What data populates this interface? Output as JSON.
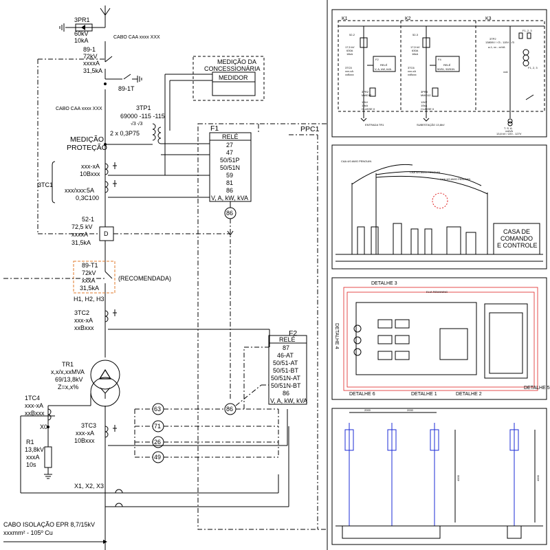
{
  "diagram": {
    "top": {
      "surge": {
        "tag": "3PR1",
        "v": "60kV",
        "i": "10kA"
      },
      "cable_top": "CABO CAA xxxx XXX",
      "cable_mid": "CABO CAA xxxx XXX",
      "sw891": {
        "tag": "89-1",
        "v": "72kV",
        "a": "xxxxA",
        "icc": "31,5kA"
      },
      "ground_891t": "89-1T",
      "metering": {
        "title1": "MEDIÇÃO DA",
        "title2": "CONCESSIONÁRIA",
        "meter": "MEDIDOR"
      },
      "tp": {
        "tag": "3TP1",
        "ratio": "69000   -115  -115",
        "root": "√3       √3",
        "acc": "2 x 0,3P75"
      },
      "med_prot1": "MEDIÇÃO",
      "med_prot2": "PROTEÇÃO",
      "tc1": {
        "tag": "3TC1",
        "a1": "xxx-xA",
        "b1": "10Bxxx",
        "a2": "xxx/xxx:5A",
        "b2": "0,3C100"
      },
      "ppc": "PPC1",
      "f1": {
        "tag": "F1",
        "title": "RELÉ",
        "rows": [
          "27",
          "47",
          "50/51P",
          "50/51N",
          "59",
          "81",
          "86",
          "V, A, kW, kVA"
        ],
        "lockout": "86"
      },
      "cb521": {
        "tag": "52-1",
        "v": "72,5 kV",
        "a": "xxxxA",
        "icc": "31,5kA",
        "sym": "D"
      },
      "sw89t1": {
        "tag": "89-T1",
        "v": "72kV",
        "a": "xxxA",
        "icc": "31,5kA",
        "note": "(RECOMENDADA)",
        "terminals": "H1, H2, H3"
      },
      "tc2": {
        "tag": "3TC2",
        "a": "xxx-xA",
        "b": "xxBxxx"
      },
      "tr1": {
        "tag": "TR1",
        "rating": "x,x/x,xxMVA",
        "ratio": "69/13,8kV",
        "z": "Z=x,x%"
      },
      "tc4": {
        "tag": "1TC4",
        "a": "xxx-xA",
        "b": "xxBxxx"
      },
      "x0": "X0",
      "r1": {
        "tag": "R1",
        "v": "13,8kV",
        "a": "xxxA",
        "t": "10s"
      },
      "tc3": {
        "tag": "3TC3",
        "a": "xxx-xA",
        "b": "10Bxxx"
      },
      "f2": {
        "tag": "F2",
        "title": "RELÉ",
        "rows": [
          "87",
          "46-AT",
          "50/51-AT",
          "50/51-BT",
          "50/51N-AT",
          "50/51N-BT",
          "86",
          "V, A, kW, kVA"
        ],
        "lockout": "86"
      },
      "trips": [
        "63",
        "71",
        "26",
        "49"
      ],
      "terminals_lv": "X1, X2, X3",
      "cable_bottom1": "CABO ISOLAÇÃO EPR 8,7/15kV",
      "cable_bottom2": "xxxmm² - 105º Cu"
    },
    "panel1": {
      "bays": [
        "K1",
        "K2",
        "K3"
      ],
      "k1": {
        "breaker": "52-2",
        "rating": [
          "17,5 kV",
          "630A",
          "16kA"
        ],
        "relay": "F2",
        "relay_text": [
          "RELÉ",
          "V, A, kW, kVA"
        ],
        "ct": [
          "3TC5",
          "xxx-xA",
          "xxBxxx"
        ],
        "pr": [
          "3PR2",
          "MWD12",
          "12kV",
          "10kA",
          "CLASSE II"
        ],
        "label": "ENTRADA TR1"
      },
      "k2": {
        "breaker": "52-3",
        "rating": [
          "17,5 kV",
          "630A",
          "16kA"
        ],
        "relay": "F4",
        "relay_text": [
          "RELÉ",
          "50/51, 50/51N"
        ],
        "ct": [
          "3TC6",
          "xxx-xA",
          "xxBxxx"
        ],
        "pr": [
          "3PR3",
          "MWD12",
          "12kV",
          "10kA",
          "CLASSE II"
        ],
        "label": "SUBESTAÇÃO 13,8kV"
      },
      "k3": {
        "fuse": "F1, 2, 3",
        "tp": "3TP2",
        "tp_ratio": "13800V / √3 - 115V / √3",
        "tp_acc": "a-1; xx - xxVA",
        "xxa": "xxA",
        "fuse2": "F1, 2, 3",
        "label1": "T. S. A.",
        "label2": "xxkVA",
        "label3": "13,8 kV / 220 - 127V"
      }
    },
    "panel2": {
      "house1": "CASA DE",
      "house2": "COMANDO",
      "house3": "E CONTROLE",
      "cable_labels": [
        "CAA 4/0 AWG PENGUIN",
        "CAA 4/0 AWG PENGUIN",
        "CAA 4/0 AWG PENGUIN"
      ]
    },
    "panel3": {
      "det3": "DETALHE 3",
      "det4": "DETALHE 4",
      "det5": "DETALHE 5",
      "det6": "DETALHE 6",
      "det1": "DETALHE 1",
      "det2": "DETALHE 2",
      "top_label": "ELIA REMANING"
    },
    "panel4": {
      "dims_top": [
        "2000",
        "2000"
      ],
      "dims_side": [
        "4000",
        "4000"
      ]
    }
  }
}
